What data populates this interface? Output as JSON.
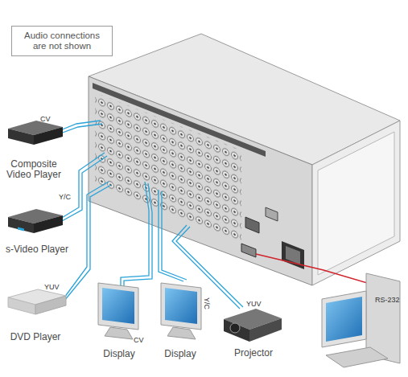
{
  "diagram": {
    "nodes": [
      {
        "text": [
          "Audio connections are not shown"
        ]
      },
      {
        "text": [
          "Composite Video Player"
        ]
      },
      {
        "text": [
          "s-Video Player"
        ]
      },
      {
        "text": [
          "DVD Player"
        ]
      },
      {
        "text": [
          "Display"
        ]
      },
      {
        "text": [
          "Display"
        ]
      },
      {
        "text": [
          "Projector"
        ]
      }
    ],
    "labels": [
      "CV",
      "Y/C",
      "YUV",
      "CV",
      "Y/C",
      "YUV",
      "RS-232"
    ]
  }
}
